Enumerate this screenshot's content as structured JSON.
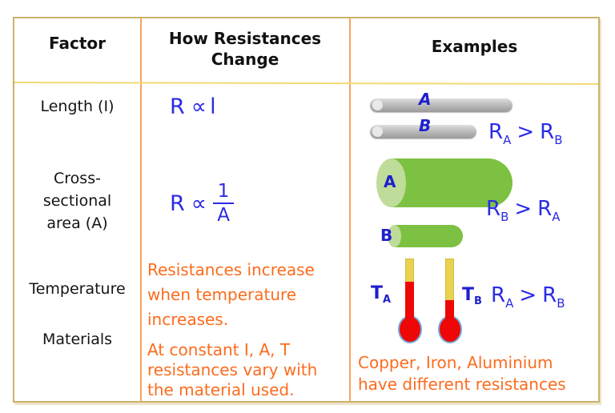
{
  "colors": {
    "frame_border": "#CBB269",
    "column_divider": "#F8A263",
    "header_divider": "#F3DB74",
    "formula_blue": "#2B2BE6",
    "shape_label_blue": "#1F1FCC",
    "note_orange": "#FB6C1E",
    "rod_gray": "#BDBDBD",
    "cylinder_green": "#7CC142",
    "cylinder_face_green": "#BFDC9A",
    "thermometer_yellow": "#E9D24F",
    "thermometer_red": "#EE0707",
    "bulb_outline_blue": "#74A9D8"
  },
  "header": {
    "factor": "Factor",
    "how_change": "How Resistances Change",
    "examples": "Examples"
  },
  "rows": {
    "length": {
      "factor": "Length (I)",
      "formula": {
        "base": "R",
        "prop": "∝",
        "variable": "l"
      },
      "example": {
        "rod_a_label": "A",
        "rod_b_label": "B",
        "cmp": {
          "l_base": "R",
          "l_sub": "A",
          "op": ">",
          "r_base": "R",
          "r_sub": "B"
        }
      }
    },
    "area": {
      "factor_lines": [
        "Cross-",
        "sectional",
        "area (A)"
      ],
      "formula": {
        "base": "R",
        "prop": "∝",
        "numerator": "1",
        "denominator": "A"
      },
      "example": {
        "cyl_a_label": "A",
        "cyl_b_label": "B",
        "cmp": {
          "l_base": "R",
          "l_sub": "B",
          "op": ">",
          "r_base": "R",
          "r_sub": "A"
        }
      }
    },
    "temperature": {
      "factor": "Temperature",
      "note_lines": [
        "Resistances increase",
        "when temperature",
        "increases."
      ],
      "example": {
        "t_a": {
          "base": "T",
          "sub": "A"
        },
        "t_b": {
          "base": "T",
          "sub": "B"
        },
        "cmp": {
          "l_base": "R",
          "l_sub": "A",
          "op": ">",
          "r_base": "R",
          "r_sub": "B"
        }
      }
    },
    "materials": {
      "factor": "Materials",
      "note_lines": [
        "At constant I, A, T",
        "resistances vary with",
        "the material used."
      ],
      "example_lines": [
        "Copper, Iron, Aluminium",
        "have different resistances"
      ]
    }
  }
}
